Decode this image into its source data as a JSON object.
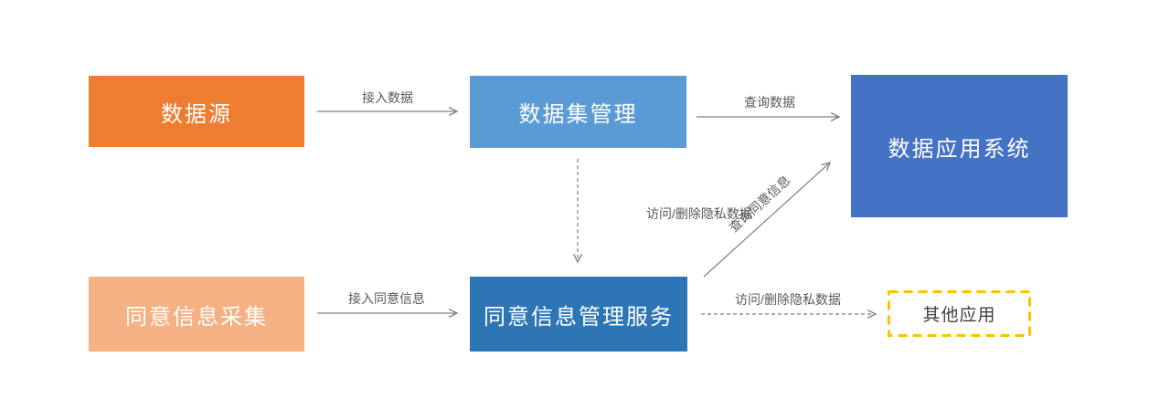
{
  "diagram": {
    "background_color": "#FFFFFF",
    "line_color": "#808080",
    "label_color": "#595959",
    "nodes": {
      "data_source": {
        "label": "数据源",
        "color": "#ED7D31",
        "text_color": "#FFFFFF"
      },
      "dataset_management": {
        "label": "数据集管理",
        "color": "#5B9BD5",
        "text_color": "#FFFFFF"
      },
      "data_app_system": {
        "label": "数据应用系统",
        "color": "#4472C4",
        "text_color": "#FFFFFF"
      },
      "consent_collection": {
        "label": "同意信息采集",
        "color": "#F4B183",
        "text_color": "#FFFFFF"
      },
      "consent_management_service": {
        "label": "同意信息管理服务",
        "color": "#2E75B6",
        "text_color": "#FFFFFF"
      },
      "other_apps": {
        "label": "其他应用",
        "border_color": "#FFC000",
        "fill_color": "#FFFFFF",
        "text_color": "#404040"
      }
    },
    "edges": [
      {
        "from": "data_source",
        "to": "dataset_management",
        "label": "接入数据",
        "style": "solid"
      },
      {
        "from": "dataset_management",
        "to": "data_app_system",
        "label": "查询数据",
        "style": "solid"
      },
      {
        "from": "dataset_management",
        "to": "consent_management_service",
        "label": "访问/删除隐私数据",
        "style": "dashed"
      },
      {
        "from": "consent_management_service",
        "to": "data_app_system",
        "label": "查询同意信息",
        "style": "solid"
      },
      {
        "from": "consent_collection",
        "to": "consent_management_service",
        "label": "接入同意信息",
        "style": "solid"
      },
      {
        "from": "consent_management_service",
        "to": "other_apps",
        "label": "访问/删除隐私数据",
        "style": "dashed"
      }
    ]
  }
}
